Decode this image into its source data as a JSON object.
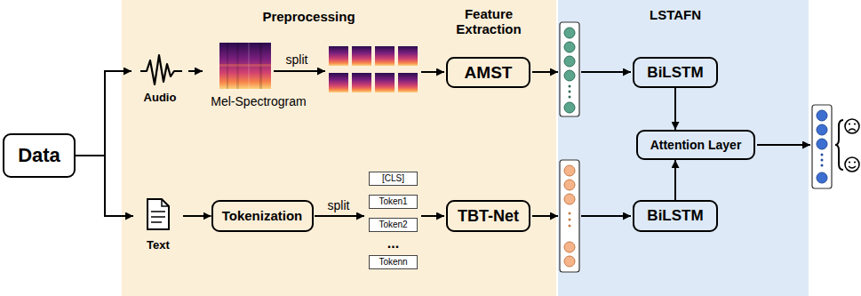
{
  "diagram": {
    "nodes": [
      {
        "text": [
          "Data"
        ]
      },
      {
        "text": [
          "Preprocessing",
          "Feature Extraction"
        ]
      },
      {
        "text": [
          "Audio"
        ],
        "in": 1
      },
      {
        "text": [
          "Mel-Spectrogram"
        ],
        "in": 1
      },
      {
        "text": [
          "AMST"
        ],
        "in": 1
      },
      {
        "text": [
          "Text"
        ],
        "in": 1
      },
      {
        "text": [
          "Tokenization"
        ],
        "in": 1
      },
      {
        "text": [
          "[CLS]"
        ],
        "in": 1
      },
      {
        "text": [
          "Token1"
        ],
        "in": 1
      },
      {
        "text": [
          "Token2"
        ],
        "in": 1
      },
      {
        "text": [
          "Tokenn"
        ],
        "in": 1
      },
      {
        "text": [
          "TBT-Net"
        ],
        "in": 1
      },
      {
        "text": [
          "LSTAFN"
        ]
      },
      {
        "text": [
          "BiLSTM"
        ],
        "in": 12
      },
      {
        "text": [
          "Attention Layer"
        ],
        "in": 12
      },
      {
        "text": [
          "BiLSTM"
        ],
        "in": 12
      }
    ],
    "edges": [
      {
        "from": 0,
        "to": 2,
        "arrow": "to"
      },
      {
        "from": 0,
        "to": 5,
        "arrow": "to"
      },
      {
        "from": 2,
        "to": 3,
        "arrow": "to"
      },
      {
        "from": 5,
        "to": 6,
        "arrow": "to"
      },
      {
        "from": 13,
        "to": 14,
        "arrow": "to"
      },
      {
        "from": 15,
        "to": 14,
        "arrow": "to"
      }
    ],
    "labels": [
      "split",
      "split",
      "..."
    ]
  }
}
